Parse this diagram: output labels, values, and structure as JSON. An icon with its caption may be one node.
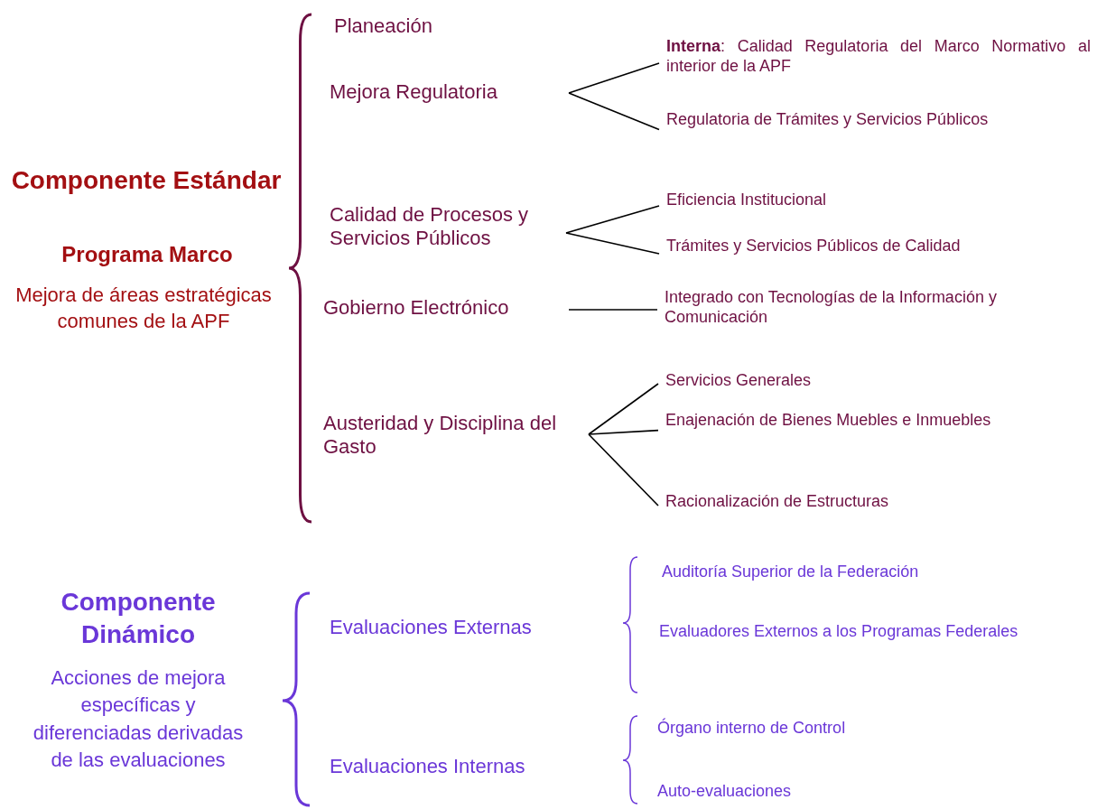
{
  "diagram": {
    "nodes": [
      {
        "text": [
          "Mejora Regulatoria"
        ]
      },
      {
        "text": [
          "**Interna**: Calidad Regulatoria del Marco Normativo al interior de la APF"
        ]
      },
      {
        "text": [
          "Regulatoria de Trámites y Servicios Públicos"
        ]
      },
      {
        "text": [
          "Calidad de Procesos y Servicios Públicos"
        ]
      },
      {
        "text": [
          "Eficiencia Institucional"
        ]
      },
      {
        "text": [
          "Trámites y Servicios Públicos de Calidad"
        ]
      },
      {
        "text": [
          "Gobierno Electrónico"
        ]
      },
      {
        "text": [
          "Integrado con Tecnologías de la Información y Comunicación"
        ]
      },
      {
        "text": [
          "Austeridad y Disciplina del Gasto"
        ]
      },
      {
        "text": [
          "Servicios Generales"
        ]
      },
      {
        "text": [
          "Enajenación de Bienes Muebles e Inmuebles"
        ]
      },
      {
        "text": [
          "Racionalización de Estructuras"
        ]
      }
    ],
    "edges": [
      {
        "from": 0,
        "to": 1,
        "arrow": "none"
      },
      {
        "from": 0,
        "to": 2,
        "arrow": "none"
      },
      {
        "from": 3,
        "to": 4,
        "arrow": "none"
      },
      {
        "from": 3,
        "to": 5,
        "arrow": "none"
      },
      {
        "from": 6,
        "to": 7,
        "arrow": "none"
      },
      {
        "from": 8,
        "to": 9,
        "arrow": "none"
      },
      {
        "from": 8,
        "to": 10,
        "arrow": "none"
      },
      {
        "from": 8,
        "to": 11,
        "arrow": "none"
      }
    ],
    "labels": [
      "Planeación",
      "Componente Estándar",
      "Programa Marco",
      "Mejora de áreas estratégicas comunes de la APF",
      "Componente Dinámico",
      "Acciones de mejora específicas y diferenciadas derivadas de las evaluaciones",
      "Evaluaciones Externas",
      "Auditoría Superior de la Federación",
      "Evaluadores Externos a los Programas Federales",
      "Evaluaciones Internas",
      "Órgano interno de Control",
      "Auto-evaluaciones"
    ]
  }
}
